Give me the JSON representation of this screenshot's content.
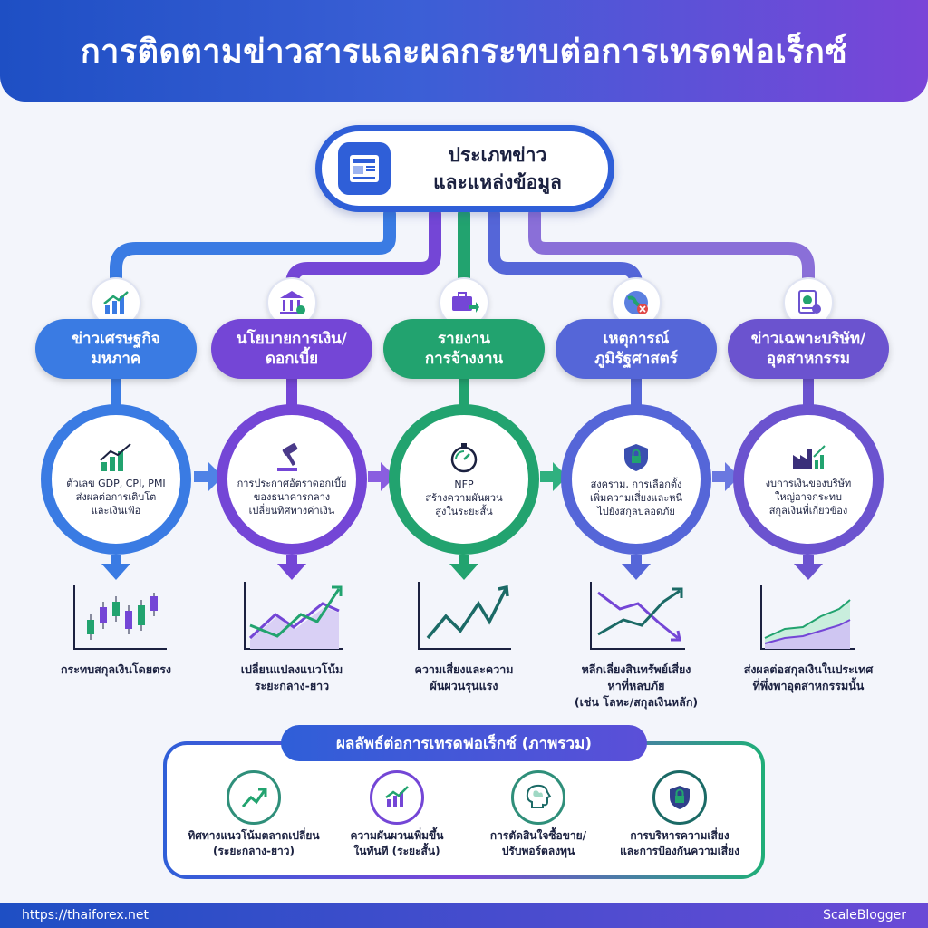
{
  "header": {
    "title": "การติดตามข่าวสารและผลกระทบต่อการเทรดฟอเร็กซ์"
  },
  "hub": {
    "icon": "newspaper-icon",
    "line1": "ประเภทข่าว",
    "line2": "และแหล่งข้อมูล"
  },
  "categories": [
    {
      "label1": "ข่าวเศรษฐกิจ",
      "label2": "มหภาค",
      "color": "#3a7be3",
      "icon": "growth-chart-icon",
      "detail1": "ตัวเลข GDP, CPI, PMI",
      "detail2": "ส่งผลต่อการเติบโต",
      "detail3": "และเงินเฟ้อ",
      "effect1": "กระทบสกุลเงินโดยตรง",
      "effect2": "",
      "effect3": "",
      "chart": "candlestick"
    },
    {
      "label1": "นโยบายการเงิน/",
      "label2": "ดอกเบี้ย",
      "color": "#7446d6",
      "icon": "bank-icon",
      "detail1": "การประกาศอัตราดอกเบี้ย",
      "detail2": "ของธนาคารกลาง",
      "detail3": "เปลี่ยนทิศทางค่าเงิน",
      "effect1": "เปลี่ยนแปลงแนวโน้ม",
      "effect2": "ระยะกลาง-ยาว",
      "effect3": "",
      "chart": "trend"
    },
    {
      "label1": "รายงาน",
      "label2": "การจ้างงาน",
      "color": "#22a36f",
      "icon": "briefcase-icon",
      "detail1": "NFP",
      "detail2": "สร้างความผันผวน",
      "detail3": "สูงในระยะสั้น",
      "effect1": "ความเสี่ยงและความ",
      "effect2": "ผันผวนรุนแรง",
      "effect3": "",
      "chart": "volatile"
    },
    {
      "label1": "เหตุการณ์",
      "label2": "ภูมิรัฐศาสตร์",
      "color": "#5566d8",
      "icon": "globe-icon",
      "detail1": "สงคราม, การเลือกตั้ง",
      "detail2": "เพิ่มความเสี่ยงและหนี",
      "detail3": "ไปยังสกุลปลอดภัย",
      "effect1": "หลีกเลี่ยงสินทรัพย์เสี่ยง",
      "effect2": "หาที่หลบภัย",
      "effect3": "(เช่น โลหะ/สกุลเงินหลัก)",
      "chart": "cross"
    },
    {
      "label1": "ข่าวเฉพาะบริษัท/",
      "label2": "อุตสาหกรรม",
      "color": "#6b53cf",
      "icon": "report-icon",
      "detail1": "งบการเงินของบริษัท",
      "detail2": "ใหญ่อาจกระทบ",
      "detail3": "สกุลเงินที่เกี่ยวข้อง",
      "effect1": "ส่งผลต่อสกุลเงินในประเทศ",
      "effect2": "ที่พึ่งพาอุตสาหกรรมนั้น",
      "effect3": "",
      "chart": "area"
    }
  ],
  "summary": {
    "title": "ผลลัพธ์ต่อการเทรดฟอเร็กซ์ (ภาพรวม)",
    "items": [
      {
        "icon": "trend-up-icon",
        "line1": "ทิศทางแนวโน้มตลาดเปลี่ยน",
        "line2": "(ระยะกลาง-ยาว)"
      },
      {
        "icon": "volatility-chart-icon",
        "line1": "ความผันผวนเพิ่มขึ้น",
        "line2": "ในทันที (ระยะสั้น)"
      },
      {
        "icon": "brain-icon",
        "line1": "การตัดสินใจซื้อขาย/",
        "line2": "ปรับพอร์ตลงทุน"
      },
      {
        "icon": "shield-lock-icon",
        "line1": "การบริหารความเสี่ยง",
        "line2": "และการป้องกันความเสี่ยง"
      }
    ]
  },
  "footer": {
    "left": "https://thaiforex.net",
    "right": "ScaleBlogger"
  }
}
